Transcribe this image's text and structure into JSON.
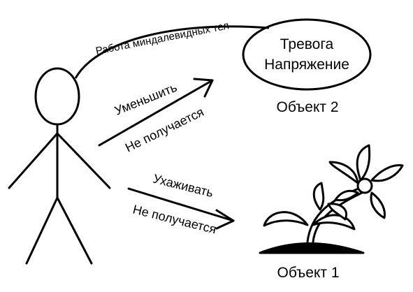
{
  "link_label": "Работа миндалевидных тел",
  "object2": {
    "line1": "Тревога",
    "line2": "Напряжение",
    "caption": "Объект 2"
  },
  "arrow_upper": {
    "action": "Уменьшить",
    "result": "Не получается"
  },
  "arrow_lower": {
    "action": "Ухаживать",
    "result": "Не получается"
  },
  "object1": {
    "caption": "Объект 1"
  }
}
